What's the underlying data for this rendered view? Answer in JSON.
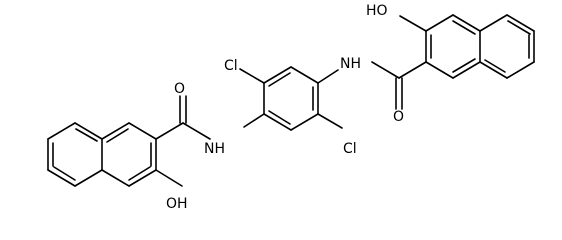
{
  "structure": {
    "atom_labels": {
      "oh_top": "HO",
      "nh_right": "NH",
      "o_right": "O",
      "cl_top": "Cl",
      "cl_bottom": "Cl",
      "o_left": "O",
      "nh_left": "NH",
      "oh_bottom": "OH"
    },
    "bond_color": "#000000",
    "text_color": "#000000",
    "background": "#ffffff"
  }
}
